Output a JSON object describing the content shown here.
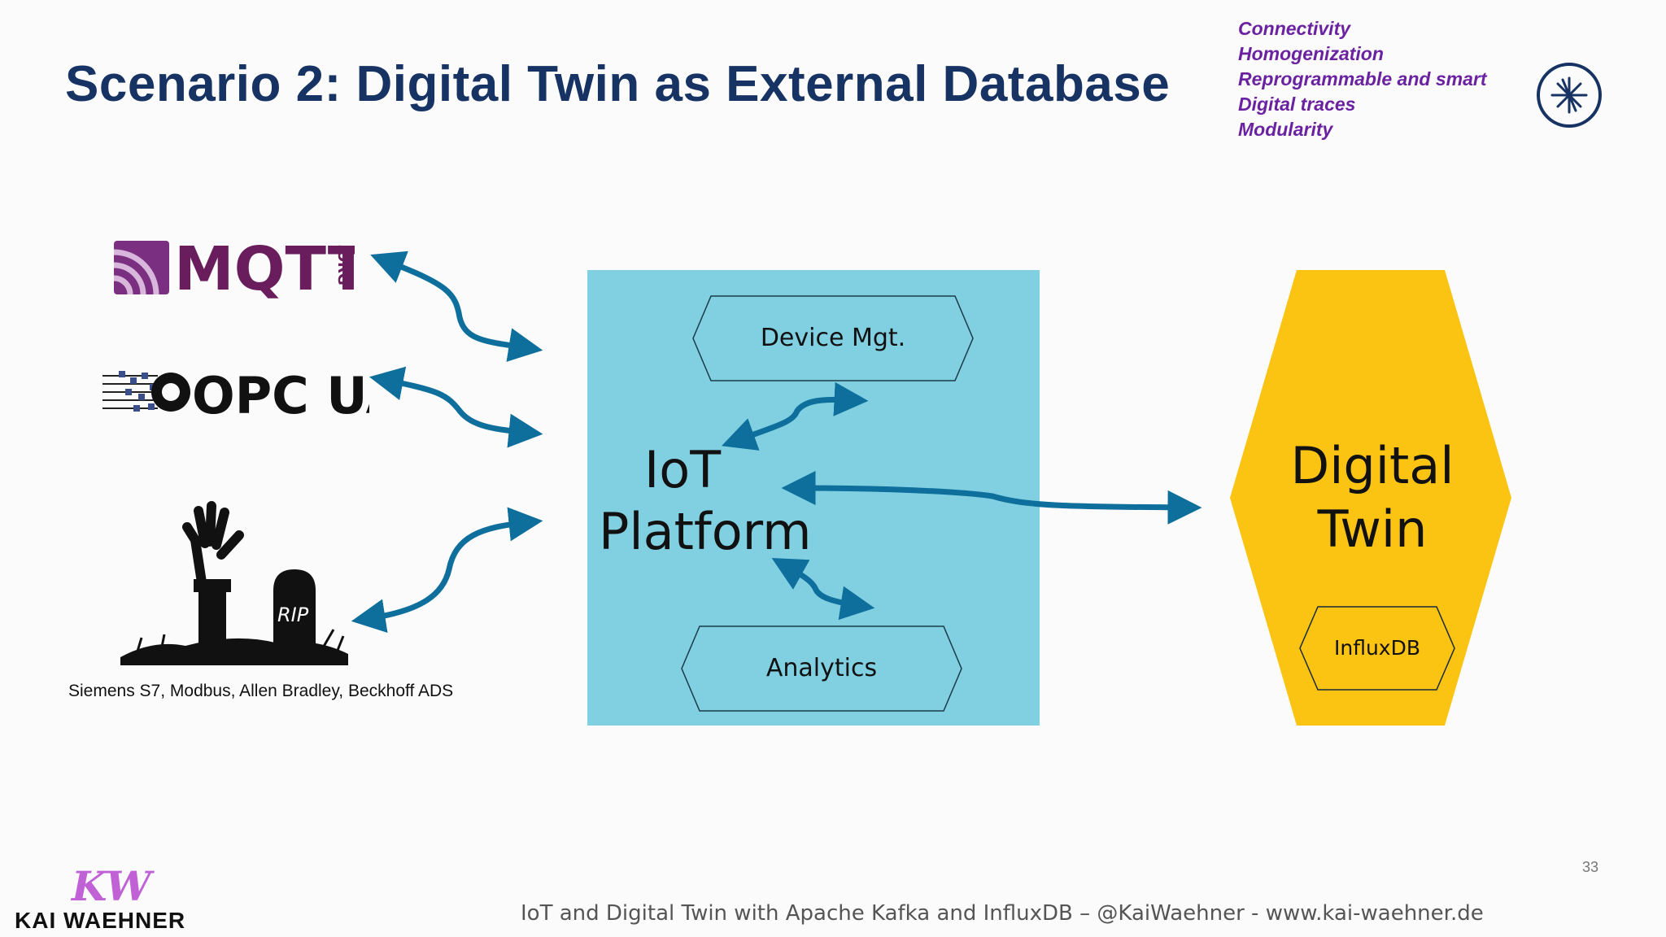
{
  "slide": {
    "title": "Scenario 2: Digital Twin as External Database",
    "page_number": "33",
    "footer": "IoT and Digital Twin with Apache Kafka and InfluxDB – @KaiWaehner - www.kai-waehner.de"
  },
  "principles": [
    "Connectivity",
    "Homogenization",
    "Reprogrammable and smart",
    "Digital traces",
    "Modularity"
  ],
  "sources": {
    "mqtt": {
      "text": "MQTT",
      "suffix": ".ORG"
    },
    "opcua": {
      "text": "OPC UA"
    },
    "legacy": {
      "tombstone": "RIP",
      "caption": "Siemens S7, Modbus, Allen Bradley, Beckhoff ADS"
    }
  },
  "iot_platform": {
    "label_line1": "IoT",
    "label_line2": "Platform",
    "device_mgmt": "Device Mgt.",
    "analytics": "Analytics"
  },
  "digital_twin": {
    "label_line1": "Digital",
    "label_line2": "Twin",
    "database": "InfluxDB"
  },
  "branding": {
    "monogram": "KW",
    "name": "KAI WAEHNER"
  },
  "colors": {
    "title": "#173363",
    "principles": "#6a22a0",
    "iot_box": "#81d0e2",
    "digital_twin": "#fbc312",
    "arrow": "#0f6f9c"
  }
}
